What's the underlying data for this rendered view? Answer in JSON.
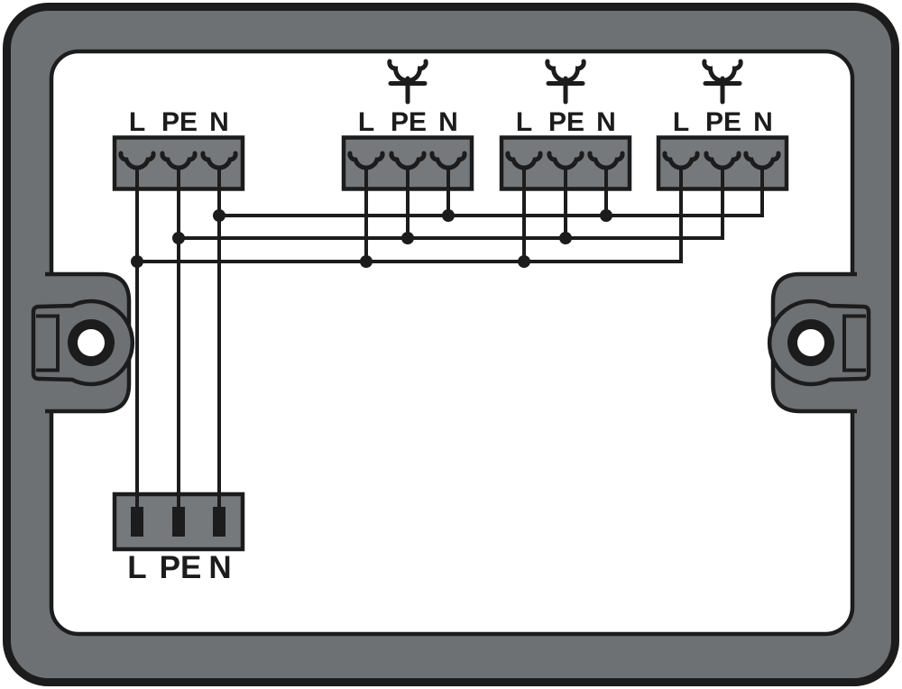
{
  "diagram": {
    "kind": "distribution-box wiring diagram",
    "colors": {
      "frame_gray": "#6d7174",
      "block_gray": "#75797c",
      "line_black": "#1c1c1c",
      "background": "#ffffff"
    },
    "terminal_blocks": [
      {
        "id": "outgoing-1",
        "row": "top",
        "labels": [
          "L",
          "PE",
          "N"
        ],
        "earth_symbol": false
      },
      {
        "id": "outgoing-2",
        "row": "top",
        "labels": [
          "L",
          "PE",
          "N"
        ],
        "earth_symbol": true
      },
      {
        "id": "outgoing-3",
        "row": "top",
        "labels": [
          "L",
          "PE",
          "N"
        ],
        "earth_symbol": true
      },
      {
        "id": "outgoing-4",
        "row": "top",
        "labels": [
          "L",
          "PE",
          "N"
        ],
        "earth_symbol": true
      },
      {
        "id": "feed",
        "row": "bottom",
        "labels": [
          "L",
          "PE",
          "N"
        ]
      }
    ],
    "nets": [
      {
        "name": "N",
        "bus_order": "top",
        "connects": [
          "feed.N",
          "outgoing-1.N",
          "outgoing-2.N",
          "outgoing-3.N",
          "outgoing-4.N"
        ]
      },
      {
        "name": "PE",
        "bus_order": "middle",
        "connects": [
          "feed.PE",
          "outgoing-1.PE",
          "outgoing-2.PE",
          "outgoing-3.PE",
          "outgoing-4.PE"
        ]
      },
      {
        "name": "L",
        "bus_order": "bottom",
        "connects": [
          "feed.L",
          "outgoing-1.L",
          "outgoing-2.L",
          "outgoing-3.L",
          "outgoing-4.L"
        ]
      }
    ],
    "mounting_tabs": 2
  }
}
